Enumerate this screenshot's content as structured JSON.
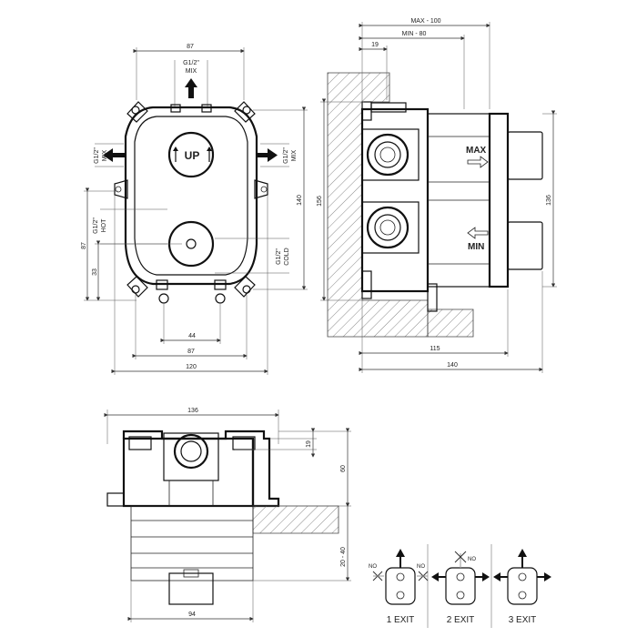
{
  "front_view": {
    "dim_top": "87",
    "dim_bottom_inner": "44",
    "dim_bottom_mid": "87",
    "dim_bottom_outer": "120",
    "dim_right": "140",
    "dim_left_87": "87",
    "dim_left_33": "33",
    "outlet_top": "G1/2\"",
    "outlet_top_sub": "MIX",
    "outlet_left": "G1/2\"",
    "outlet_left_sub": "MIX",
    "outlet_right": "G1/2\"",
    "outlet_right_sub": "MIX",
    "inlet_hot": "G1/2\"",
    "inlet_hot_sub": "HOT",
    "inlet_cold": "G1/2\"",
    "inlet_cold_sub": "COLD",
    "up_label": "UP"
  },
  "side_view": {
    "dim_max": "MAX - 100",
    "dim_min": "MIN - 80",
    "dim_19": "19",
    "dim_156": "156",
    "dim_136": "136",
    "dim_115": "115",
    "dim_140": "140",
    "max_label": "MAX",
    "min_label": "MIN"
  },
  "bottom_view": {
    "dim_136": "136",
    "dim_19": "19",
    "dim_60": "60",
    "dim_20_40": "20 - 40",
    "dim_94": "94"
  },
  "exit_icons": [
    {
      "label": "1 EXIT",
      "no_left": "NO",
      "no_right": "NO"
    },
    {
      "label": "2 EXIT",
      "no_top": "NO"
    },
    {
      "label": "3 EXIT"
    }
  ]
}
